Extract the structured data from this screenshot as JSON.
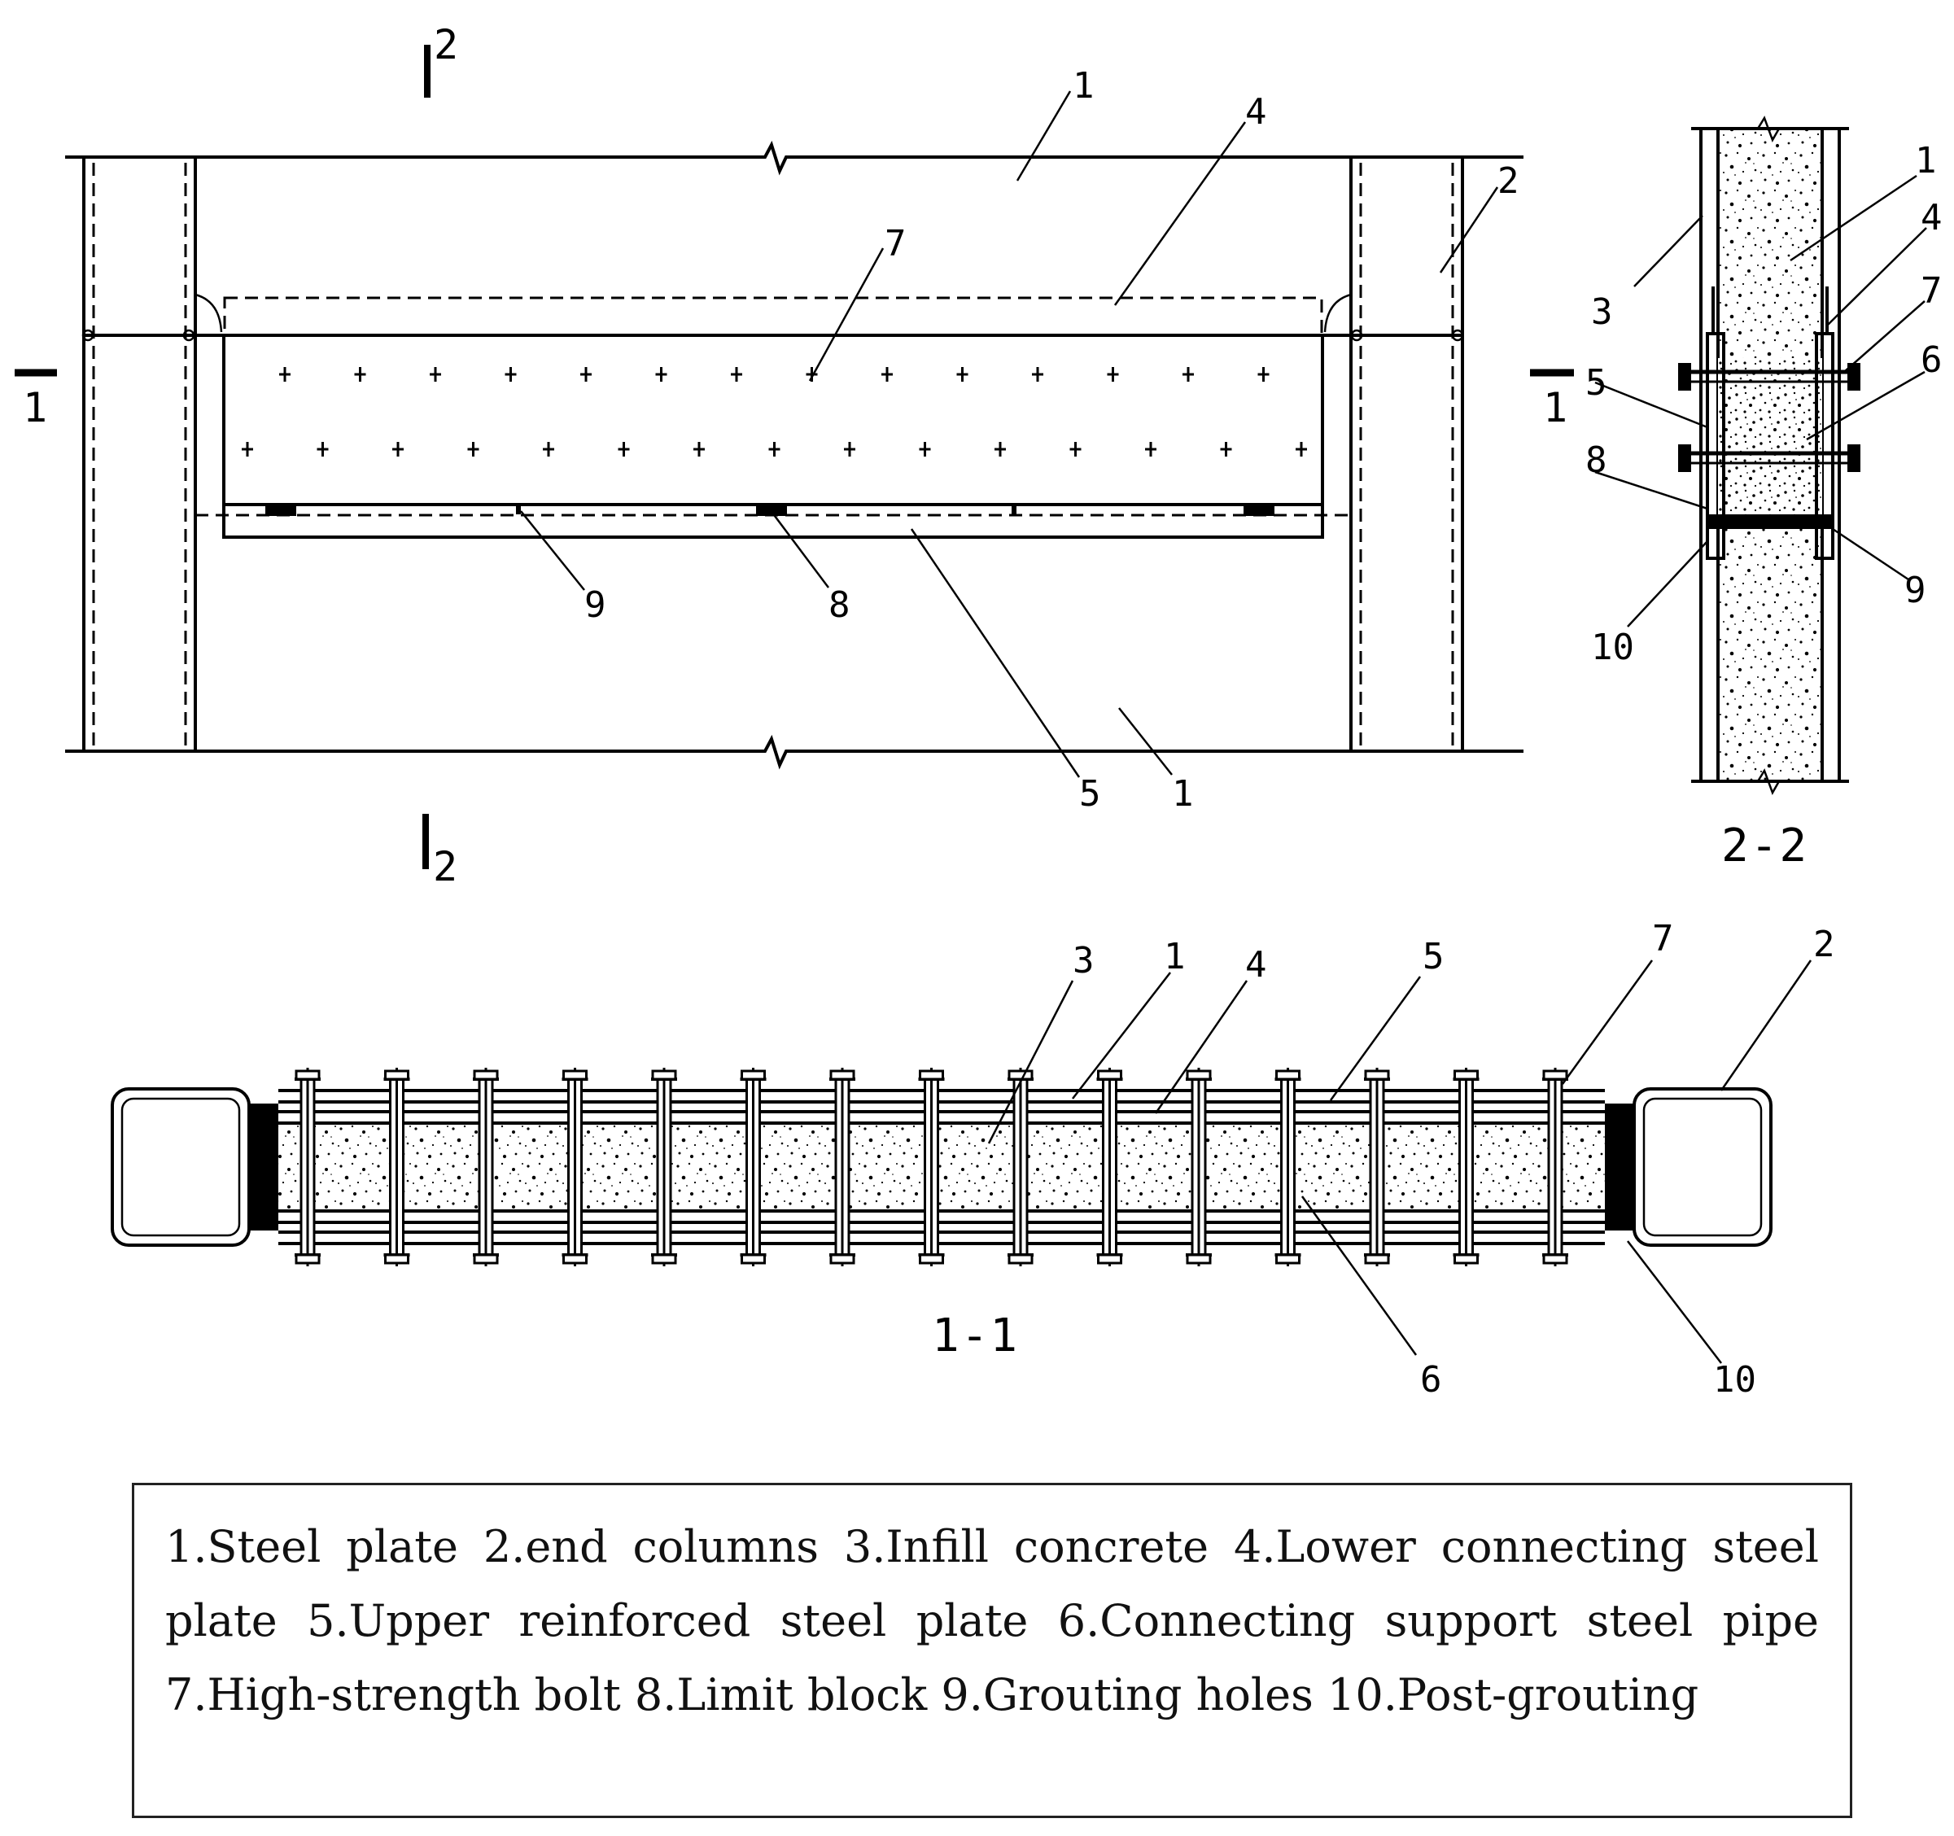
{
  "callouts": {
    "elev_top_1": "1",
    "elev_top_4": "4",
    "elev_top_2": "2",
    "elev_7": "7",
    "elev_9": "9",
    "elev_8": "8",
    "elev_5": "5",
    "elev_bot_1": "1",
    "s22_3": "3",
    "s22_1": "1",
    "s22_4": "4",
    "s22_7": "7",
    "s22_5": "5",
    "s22_6": "6",
    "s22_8": "8",
    "s22_9": "9",
    "s22_10": "10",
    "s11_3": "3",
    "s11_1": "1",
    "s11_4": "4",
    "s11_5": "5",
    "s11_7": "7",
    "s11_2": "2",
    "s11_6": "6",
    "s11_10": "10"
  },
  "section_marks": {
    "cut2_top": "2",
    "cut2_bottom": "2",
    "cut1_left": "1",
    "cut1_right": "1"
  },
  "section_titles": {
    "section_2_2": "2-2",
    "section_1_1": "1-1"
  },
  "legend": [
    "1.Steel plate",
    "2.end columns",
    "3.Infill concrete",
    "4.Lower connecting steel plate",
    "5.Upper reinforced steel plate",
    "6.Connecting support steel pipe",
    "7.High-strength bolt",
    "8.Limit block",
    "9.Grouting holes",
    "10.Post-grouting"
  ]
}
